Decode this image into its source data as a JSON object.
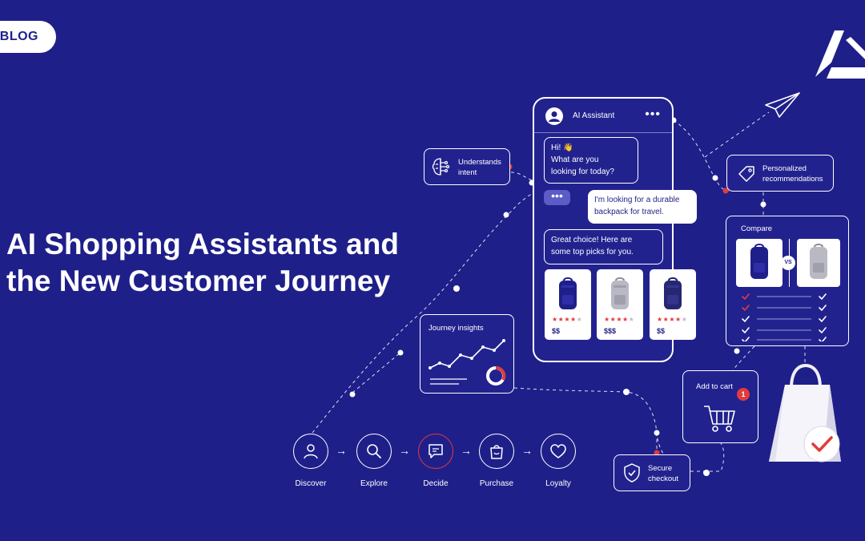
{
  "blog_label": "BLOG",
  "headline": {
    "line1": "AI Shopping Assistants and",
    "line2": "the New Customer Journey"
  },
  "assistant": {
    "title": "AI Assistant",
    "menu": "•••",
    "greeting_line1": "Hi! 👋",
    "greeting_line2": "What are you",
    "greeting_line3": "looking for today?",
    "typing": "•••",
    "user_line1": "I'm looking for a durable",
    "user_line2": "backpack for travel.",
    "reply_line1": "Great choice! Here are",
    "reply_line2": "some top picks for you."
  },
  "products": [
    {
      "price": "$$",
      "rating": 4
    },
    {
      "price": "$$$",
      "rating": 4
    },
    {
      "price": "$$",
      "rating": 4
    }
  ],
  "cards": {
    "intent_line1": "Understands",
    "intent_line2": "intent",
    "personalized_line1": "Personalized",
    "personalized_line2": "recommendations",
    "compare_title": "Compare",
    "vs": "VS",
    "insights_title": "Journey insights",
    "cart_title": "Add to cart",
    "cart_badge": "1",
    "checkout_line1": "Secure",
    "checkout_line2": "checkout"
  },
  "journey": [
    {
      "label": "Discover",
      "icon": "user-icon"
    },
    {
      "label": "Explore",
      "icon": "search-icon"
    },
    {
      "label": "Decide",
      "icon": "chat-icon"
    },
    {
      "label": "Purchase",
      "icon": "bag-icon"
    },
    {
      "label": "Loyalty",
      "icon": "heart-icon"
    }
  ],
  "colors": {
    "background": "#1f1f8a",
    "accent": "#e23b3b",
    "white": "#ffffff"
  }
}
